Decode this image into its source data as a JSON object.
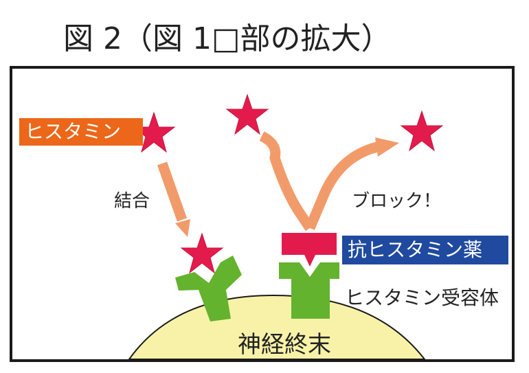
{
  "title": "図 2（図 1□部の拡大）",
  "labels": {
    "histamine": "ヒスタミン",
    "binding": "結合",
    "block": "ブロック！",
    "antihistamine": "抗ヒスタミン薬",
    "receptor": "ヒスタミン受容体",
    "nerve_ending": "神経終末"
  },
  "colors": {
    "star": "#e31b4c",
    "arrow": "#f29b6a",
    "receptor": "#63b32e",
    "nerve": "#f7f2a8",
    "badge_orange": "#ec6719",
    "badge_blue": "#1f4aa0",
    "drug": "#e31b4c"
  }
}
